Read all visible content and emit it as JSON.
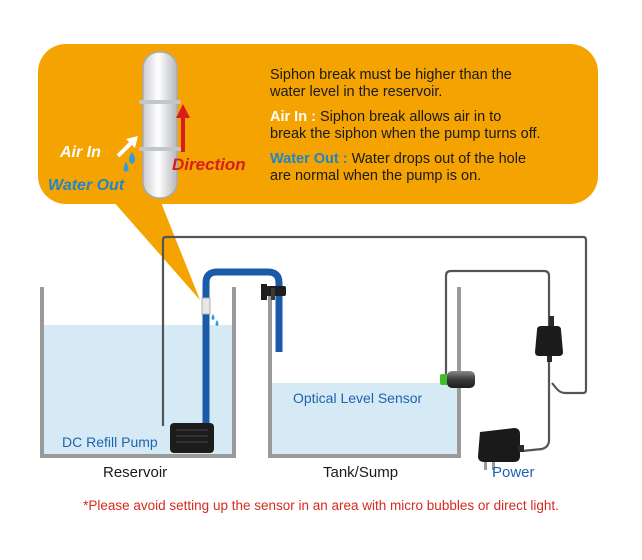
{
  "callout": {
    "line1": "Siphon break must be higher than the",
    "line2": "water level in the reservoir.",
    "air_in_heading": "Air In :",
    "air_in_line1": " Siphon break allows air in to",
    "air_in_line2": "break the  siphon when the pump turns off.",
    "water_out_heading": "Water Out :",
    "water_out_line1": " Water drops out of the hole",
    "water_out_line2": "are normal when the pump is on.",
    "air_in_label": "Air In",
    "water_out_label": "Water Out",
    "direction_label": "Direction"
  },
  "labels": {
    "pump": "DC Refill Pump",
    "reservoir": "Reservoir",
    "sensor": "Optical Level Sensor",
    "tank": "Tank/Sump",
    "power": "Power"
  },
  "note": "*Please avoid setting up the sensor in an area with micro bubbles or direct light.",
  "colors": {
    "callout_bg": "#f5a300",
    "water": "#d6eaf6",
    "tube": "#1a5aa8",
    "tank_wall": "#9a9a9a",
    "cable": "#555555",
    "accent_red": "#d71e1e",
    "accent_blue": "#1f86c8",
    "label_blue": "#1e63b0",
    "note_red": "#d72a1f"
  }
}
